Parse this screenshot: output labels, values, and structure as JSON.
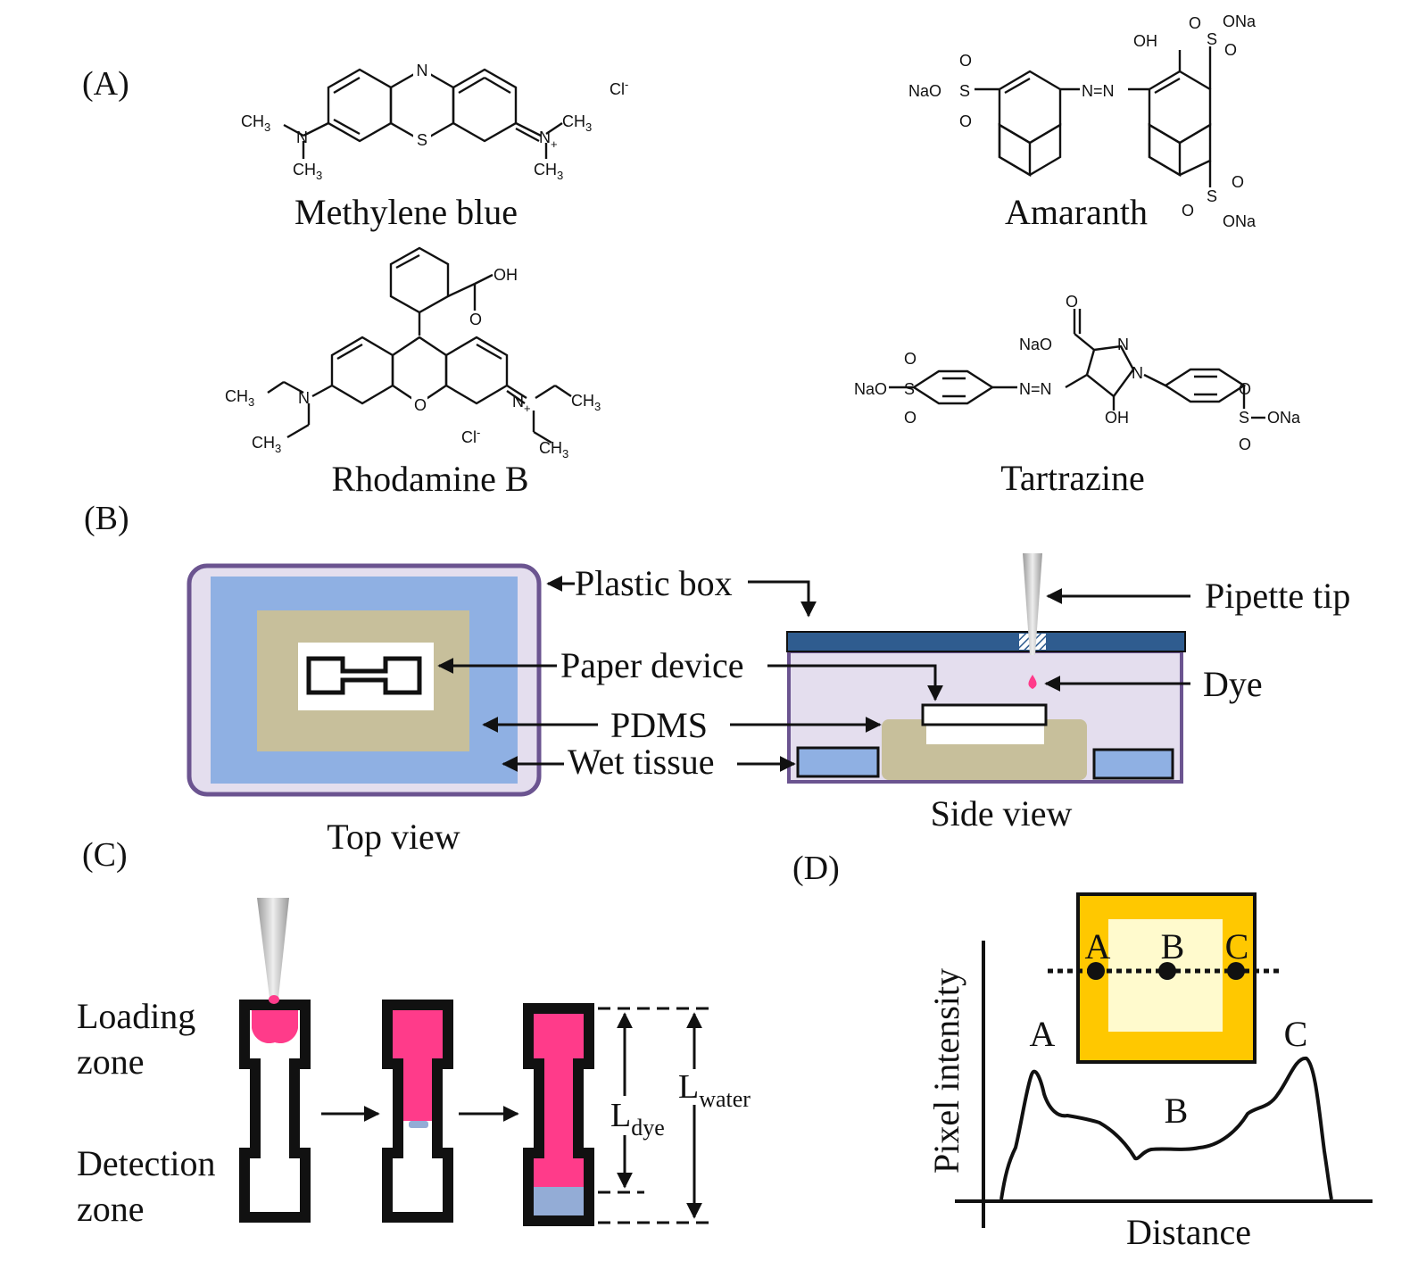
{
  "panels": {
    "a": "(A)",
    "b": "(B)",
    "c": "(C)",
    "d": "(D)"
  },
  "molecules": {
    "methylene_blue": {
      "name": "Methylene blue",
      "atoms": {
        "n_ring": "N",
        "s_ring": "S",
        "n_left": "N",
        "n_right": "N",
        "plus": "+",
        "cl": "Cl",
        "cl_sup": "-",
        "ch3": "CH",
        "three": "3"
      }
    },
    "amaranth": {
      "name": "Amaranth",
      "atoms": {
        "nao": "NaO",
        "s": "S",
        "o": "O",
        "azo": "N=N",
        "oh": "OH",
        "ona": "ONa"
      }
    },
    "rhodamine_b": {
      "name": "Rhodamine B",
      "atoms": {
        "oh": "OH",
        "o": "O",
        "n_left": "N",
        "n_right": "N",
        "plus": "+",
        "cl": "Cl",
        "cl_sup": "-",
        "ch3": "CH",
        "three": "3"
      }
    },
    "tartrazine": {
      "name": "Tartrazine",
      "atoms": {
        "nao": "NaO",
        "s": "S",
        "o": "O",
        "azo": "N=N",
        "n": "N",
        "oh": "OH",
        "ona": "ONa"
      }
    }
  },
  "setup": {
    "plastic_box": "Plastic box",
    "paper_device": "Paper device",
    "pdms": "PDMS",
    "wet_tissue": "Wet tissue",
    "pipette_tip": "Pipette tip",
    "dye": "Dye",
    "top_view": "Top view",
    "side_view": "Side view"
  },
  "flow": {
    "loading_zone_1": "Loading",
    "loading_zone_2": "zone",
    "detection_zone_1": "Detection",
    "detection_zone_2": "zone",
    "l": "L",
    "dye_sub": "dye",
    "water_sub": "water"
  },
  "profile": {
    "point_a": "A",
    "point_b": "B",
    "point_c": "C",
    "y_label": "Pixel intensity",
    "x_label": "Distance"
  },
  "colors": {
    "dye_pink": "#ff3b8a",
    "water_blue": "#93acd6",
    "tissue_blue": "#8fb0e3",
    "pdms_tan": "#c7bf9b",
    "lid_blue": "#2f5c8f",
    "box_purple": "#6b5490",
    "box_fill": "#e4deee",
    "spot_yellow": "#ffc800",
    "spot_center": "#fffacd"
  }
}
